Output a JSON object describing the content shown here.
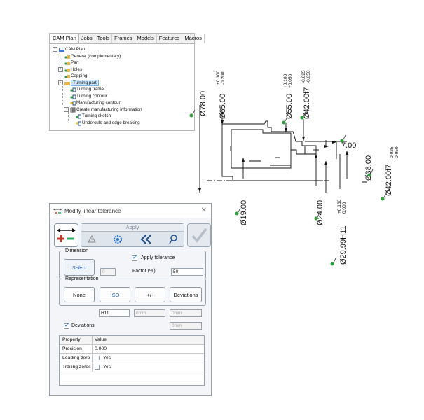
{
  "cam_plan": {
    "tabs": [
      "CAM Plan",
      "Jobs",
      "Tools",
      "Frames",
      "Models",
      "Features",
      "Macros"
    ],
    "tree": [
      {
        "label": "CAM Plan",
        "indent": 0,
        "expander": "-",
        "icon": "cam-plan-icon"
      },
      {
        "label": "General (complementary)",
        "indent": 1,
        "expander": "",
        "icon": "pin-folder-icon"
      },
      {
        "label": "Part",
        "indent": 1,
        "expander": "",
        "icon": "pin-folder-icon"
      },
      {
        "label": "Holes",
        "indent": 1,
        "expander": "+",
        "icon": "pin-folder-icon"
      },
      {
        "label": "Capping",
        "indent": 1,
        "expander": "",
        "icon": "pin-folder-icon"
      },
      {
        "label": "Turning part",
        "indent": 1,
        "expander": "-",
        "icon": "folder-icon",
        "selected": true
      },
      {
        "label": "Turning frame",
        "indent": 2,
        "expander": "",
        "icon": "pin-frame-icon"
      },
      {
        "label": "Turning contour",
        "indent": 2,
        "expander": "",
        "icon": "pin-frame-icon"
      },
      {
        "label": "Manufacturing contour",
        "indent": 2,
        "expander": "",
        "icon": "sun-frame-icon"
      },
      {
        "label": "Create manufacturing information",
        "indent": 2,
        "expander": "-",
        "icon": "grid-icon"
      },
      {
        "label": "Turning sketch",
        "indent": 3,
        "expander": "",
        "icon": "pin-frame-icon"
      },
      {
        "label": "Undercuts and edge breaking",
        "indent": 3,
        "expander": "",
        "icon": "sun-frame-icon"
      }
    ]
  },
  "dialog": {
    "title": "Modify linear tolerance",
    "apply_label": "Apply",
    "dimension": {
      "legend": "Dimension",
      "select_label": "Select",
      "count_value": "0",
      "apply_tolerance_label": "Apply tolerance",
      "apply_tolerance_checked": true,
      "factor_label": "Factor (%)",
      "factor_value": "50"
    },
    "representation": {
      "legend": "Representation",
      "buttons": [
        "None",
        "ISO",
        "+/-",
        "Deviations"
      ],
      "fit_value": "H11",
      "dev_upper": "0mm",
      "dev_lower": "0mm"
    },
    "deviations_label": "Deviations",
    "deviations_checked": true,
    "deviations_value": "0mm",
    "table": {
      "headers": [
        "Property",
        "Value"
      ],
      "rows": [
        {
          "property": "Precision",
          "value": "0.000",
          "checkbox": false
        },
        {
          "property": "Leading zero",
          "value": "Yes",
          "checkbox": true
        },
        {
          "property": "Trailing zeros",
          "value": "Yes",
          "checkbox": true
        }
      ]
    }
  },
  "drawing": {
    "dims": {
      "d78": "Ø78.00",
      "d65": "Ø65.00",
      "d65_up": "+0.100",
      "d65_lo": "-0.200",
      "d55": "Ø55.00",
      "d55_up": "+0.100",
      "d55_lo": "+0.050",
      "d42a": "Ø42.00f7",
      "d42a_up": "-0.025",
      "d42a_lo": "-0.050",
      "len7": "7.00",
      "d38": "Ø38.00",
      "d42b": "Ø42.00f7",
      "d42b_up": "-0.025",
      "d42b_lo": "-0.050",
      "d19": "Ø19.00",
      "d24": "Ø24.00",
      "d30": "Ø29.99H11",
      "d30_up": "+0.130",
      "d30_lo": "0.000"
    },
    "colors": {
      "line": "#111111",
      "pin": "#2e9e3a",
      "tolerance_accent": "#2c72c7"
    }
  }
}
